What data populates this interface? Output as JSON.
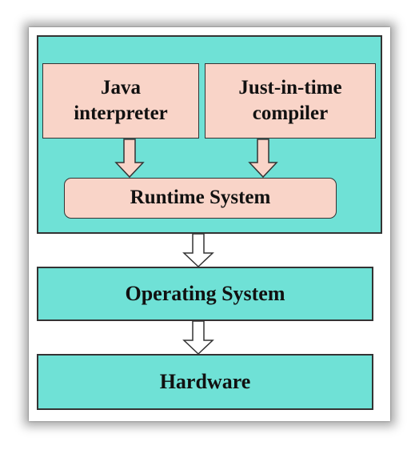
{
  "diagram": {
    "jvm_container": {
      "interpreter_label": "Java\ninterpreter",
      "jit_label": "Just-in-time\ncompiler",
      "runtime_label": "Runtime System"
    },
    "os_label": "Operating System",
    "hardware_label": "Hardware"
  },
  "colors": {
    "teal_fill": "#6fe1d6",
    "pink_fill": "#f9d4c8",
    "border": "#333333",
    "arrow_fill_pink": "#f9d4c8",
    "arrow_fill_white": "#ffffff"
  }
}
